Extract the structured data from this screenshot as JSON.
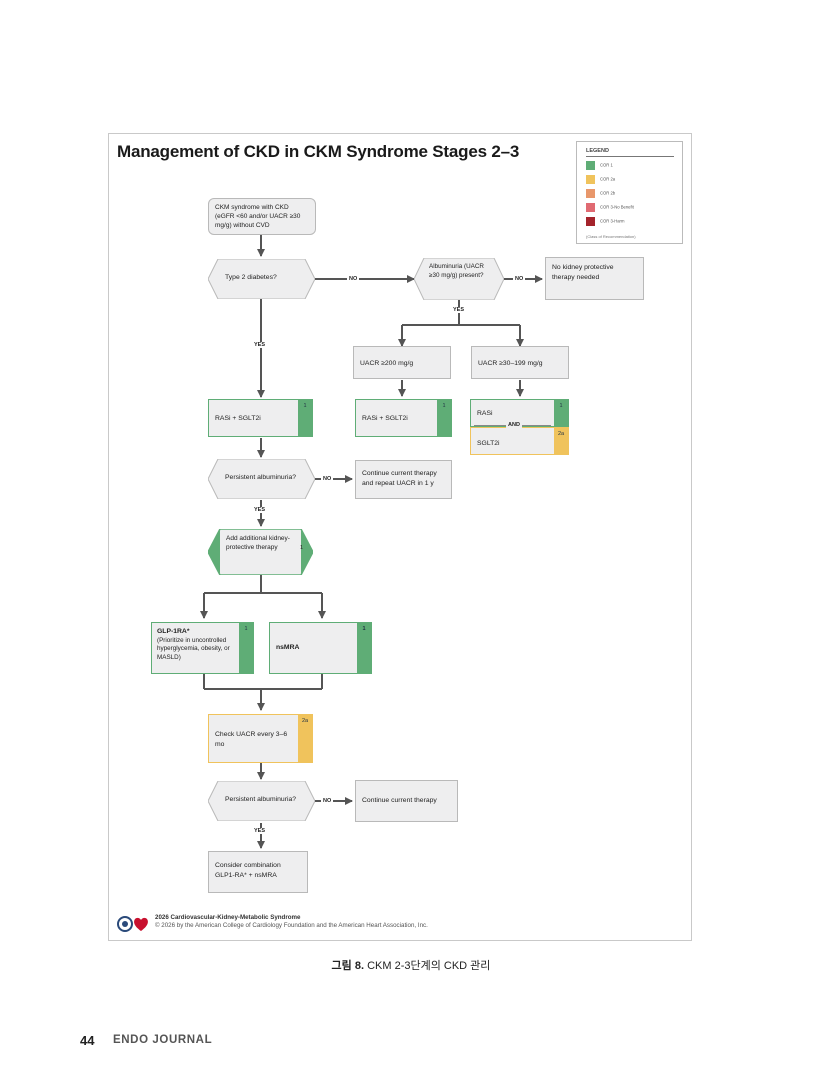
{
  "title": "Management of CKD in CKM Syndrome Stages 2–3",
  "legend": {
    "header": "LEGEND",
    "items": [
      {
        "label": "COR 1",
        "color": "#5fad76"
      },
      {
        "label": "COR 2a",
        "color": "#f0c35c"
      },
      {
        "label": "COR 2b",
        "color": "#e8976b"
      },
      {
        "label": "COR 3-No Benefit",
        "color": "#e06a72"
      },
      {
        "label": "COR 3-Harm",
        "color": "#a4232b"
      }
    ],
    "note": "(Class of Recommendation)"
  },
  "nodes": {
    "start": "CKM syndrome with CKD (eGFR <60 and/or UACR ≥30 mg/g) without CVD",
    "t2d": "Type 2 diabetes?",
    "albuminuria": "Albuminuria (UACR ≥30 mg/g) present?",
    "no_therapy": "No kidney protective therapy needed",
    "uacr200": "UACR ≥200 mg/g",
    "uacr30": "UACR ≥30–199 mg/g",
    "rasi_sglt2i_left": "RASi + SGLT2i",
    "rasi_sglt2i_mid": "RASi + SGLT2i",
    "rasi": "RASi",
    "and": "AND",
    "sglt2i": "SGLT2i",
    "persistent1": "Persistent albuminuria?",
    "continue_repeat": "Continue current therapy and repeat UACR in 1 y",
    "add_therapy": "Add additional kidney-protective therapy",
    "glp1_title": "GLP-1RA*",
    "glp1_note": "(Prioritize in uncontrolled hyperglycemia, obesity, or MASLD)",
    "nsmra": "nsMRA",
    "check_uacr": "Check UACR every 3–6 mo",
    "persistent2": "Persistent albuminuria?",
    "continue": "Continue current therapy",
    "consider": "Consider combination GLP1-RA* + nsMRA"
  },
  "cor": {
    "rasi_sglt2i_left": "1",
    "rasi_sglt2i_mid": "1",
    "rasi": "1",
    "sglt2i": "2a",
    "add_therapy": "1",
    "glp1": "1",
    "nsmra": "1",
    "check_uacr": "2a"
  },
  "edges": {
    "yes": "YES",
    "no": "NO"
  },
  "footer": {
    "line1": "2026 Cardiovascular-Kidney-Metabolic Syndrome",
    "line2": "© 2026 by the American College of Cardiology Foundation and the American Heart Association, Inc."
  },
  "caption": {
    "label": "그림 8.",
    "text": " CKM 2-3단계의 CKD 관리"
  },
  "page": {
    "number": "44",
    "journal": "ENDO JOURNAL"
  }
}
